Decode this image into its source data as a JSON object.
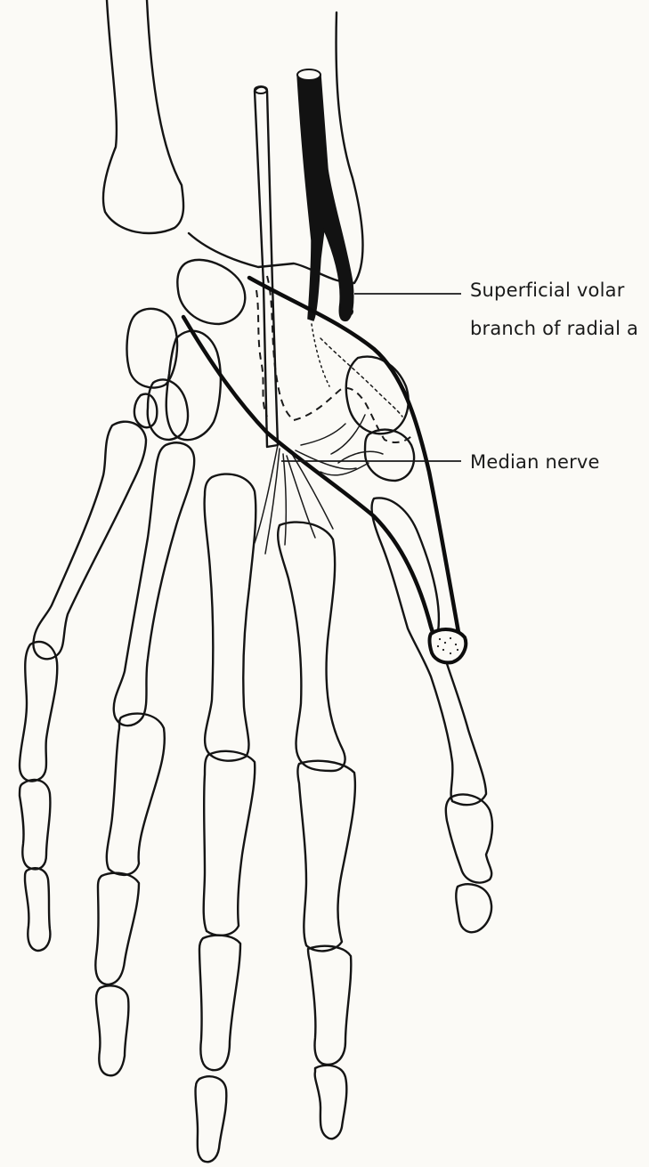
{
  "labels": {
    "artery_line1": "Superficial volar",
    "artery_line2": "branch of radial a",
    "nerve": "Median nerve"
  },
  "colors": {
    "ink": "#141414",
    "paper": "#fbfaf6"
  }
}
